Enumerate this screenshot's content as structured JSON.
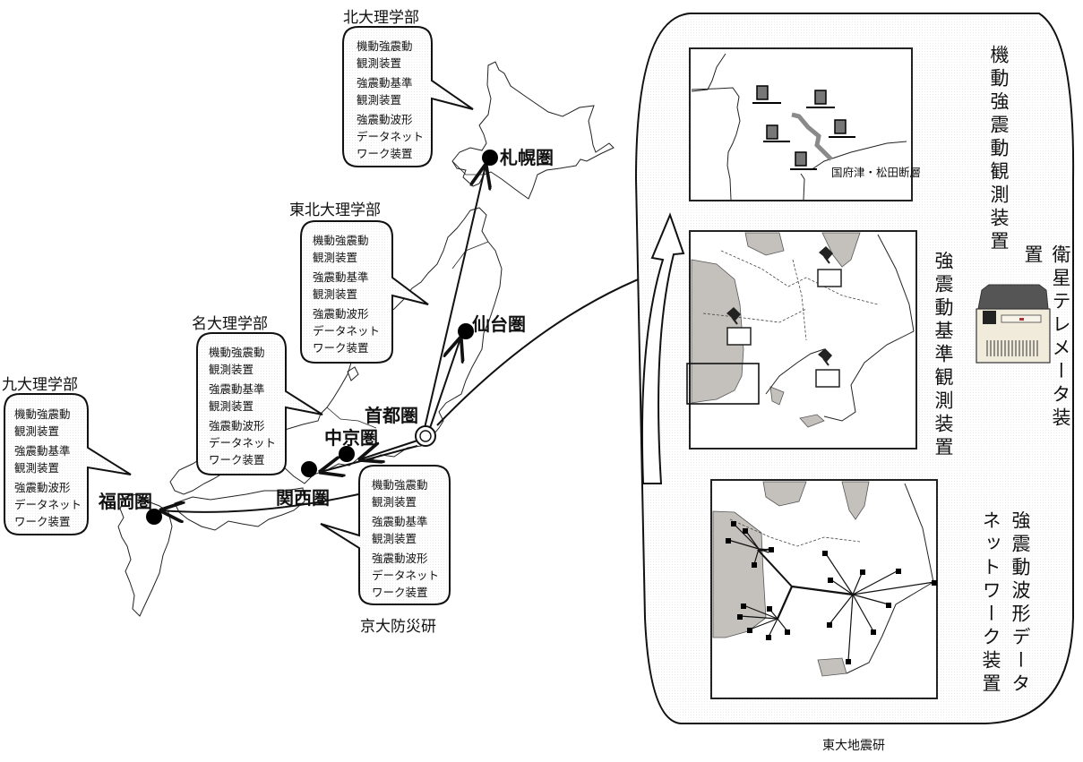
{
  "diagram": {
    "institutions": [
      {
        "id": "hokudai",
        "label": "北大理学部",
        "lines": [
          "機動強震動",
          "観測装置",
          "強震動基準",
          "観測装置",
          "強震動波形",
          "データネット",
          "ワーク装置"
        ]
      },
      {
        "id": "tohoku",
        "label": "東北大理学部",
        "lines": [
          "機動強震動",
          "観測装置",
          "強震動基準",
          "観測装置",
          "強震動波形",
          "データネット",
          "ワーク装置"
        ]
      },
      {
        "id": "nagoya",
        "label": "名大理学部",
        "lines": [
          "機動強震動",
          "観測装置",
          "強震動基準",
          "観測装置",
          "強震動波形",
          "データネット",
          "ワーク装置"
        ]
      },
      {
        "id": "kyushu",
        "label": "九大理学部",
        "lines": [
          "機動強震動",
          "観測装置",
          "強震動基準",
          "観測装置",
          "強震動波形",
          "データネット",
          "ワーク装置"
        ]
      },
      {
        "id": "kyoto",
        "label": "京大防災研",
        "lines": [
          "機動強震動",
          "観測装置",
          "強震動基準",
          "観測装置",
          "強震動波形",
          "データネット",
          "ワーク装置"
        ]
      }
    ],
    "cities": {
      "sapporo": "札幌圏",
      "sendai": "仙台圏",
      "tokyo": "首都圏",
      "chukyo": "中京圏",
      "kansai": "関西圏",
      "fukuoka": "福岡圏"
    },
    "right_panel": {
      "caption": "東大地震研",
      "mobile_label": "機動強震動観測装置",
      "satellite_label_col1": "衛星テレメータ装",
      "satellite_label_col2": "置",
      "reference_label": "強震動基準観測装置",
      "network_label_col1": "強震動波形データ",
      "network_label_col2": "ネットワーク装置",
      "fault_label": "国府津・松田断層"
    },
    "colors": {
      "land_shade": "#c4c1bd",
      "line": "#111111",
      "fault": "#8a8a8a",
      "panel_bg": "#ffffff"
    },
    "icons": [
      "seismometer-icon",
      "satellite-dish-icon",
      "telemetry-device-icon",
      "city-dot-icon",
      "hub-ring-icon"
    ]
  }
}
